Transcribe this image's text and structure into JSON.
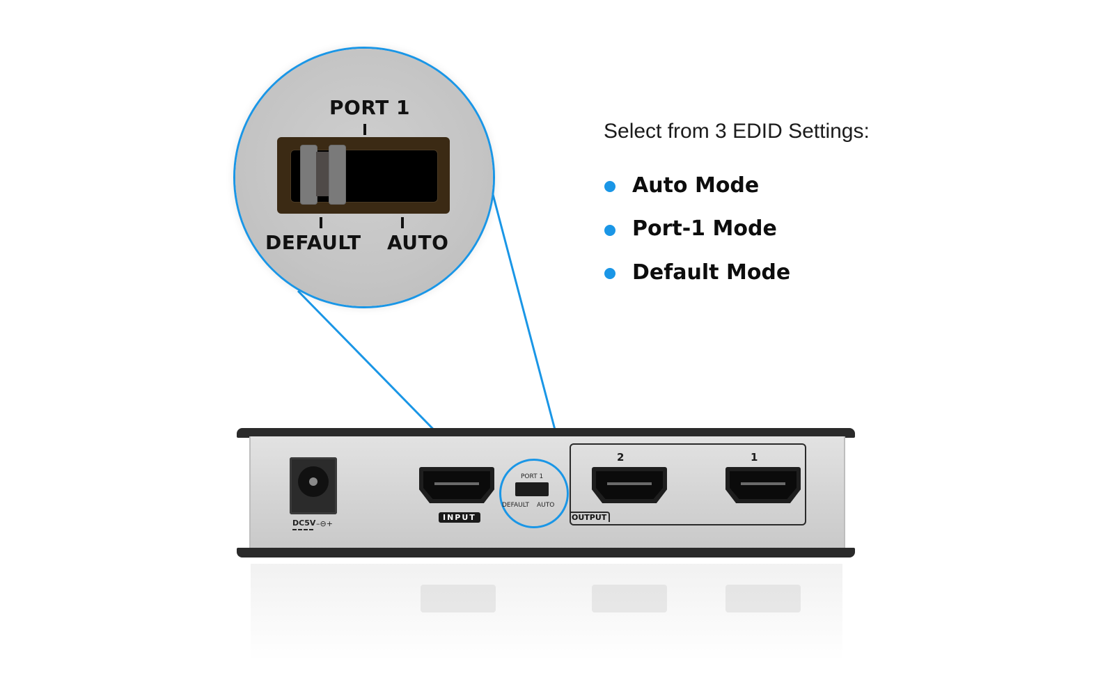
{
  "callout": {
    "port1_label": "PORT 1",
    "default_label": "DEFAULT",
    "auto_label": "AUTO",
    "switch_position": "default"
  },
  "features": {
    "heading": "Select from 3 EDID Settings:",
    "modes": [
      {
        "label": "Auto Mode"
      },
      {
        "label": "Port-1 Mode"
      },
      {
        "label": "Default Mode"
      }
    ]
  },
  "device": {
    "power_label": "DC5V",
    "power_symbol": "–⊖+",
    "input_label": "INPUT",
    "output_label": "OUTPUT",
    "output_ports": [
      "2",
      "1"
    ],
    "switch_port1": "PORT 1",
    "switch_default": "DEFAULT",
    "switch_auto": "AUTO"
  },
  "colors": {
    "accent": "#1a96e6",
    "switch_body": "#3b2a14",
    "text": "#111111"
  }
}
